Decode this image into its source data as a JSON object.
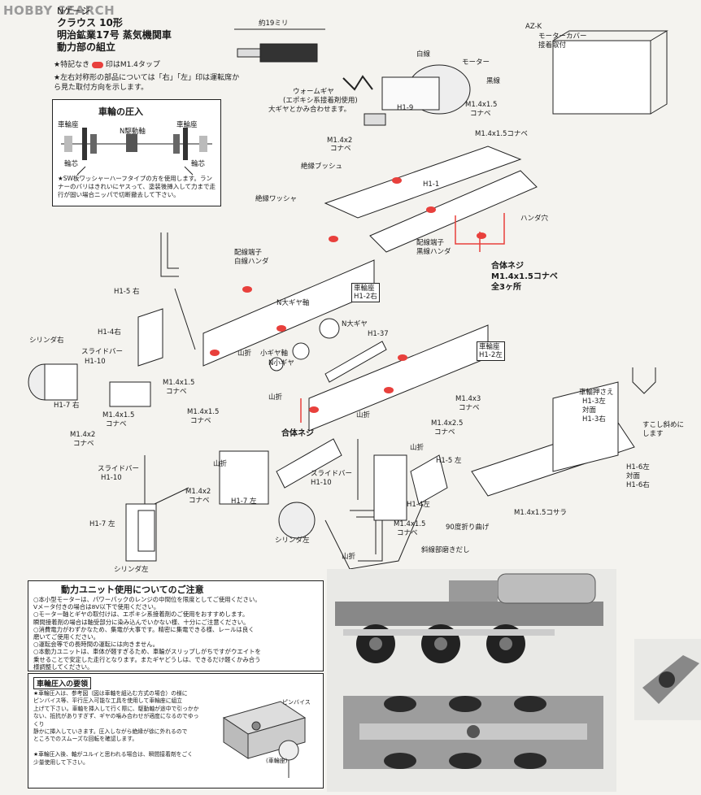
{
  "watermark": "HOBBY SEARCH",
  "header": {
    "line1": "Nゲージ",
    "line2": "クラウス 10形",
    "line3": "明治鉱業17号 蒸気機関車",
    "line4": "動力部の組立"
  },
  "notes": {
    "note1_a": "★特記なき",
    "note1_b": "印はM1.4タップ",
    "note2": "★左右対称形の部品については「右」「左」印は運転席から見た取付方向を示します。"
  },
  "wheel_press_box": {
    "title": "車輪の圧入",
    "labels": {
      "wheel_seat_l": "車輪座",
      "wheel_seat_r": "車輪座",
      "n_drive_axle": "N駆動軸",
      "axle_l": "輪芯",
      "axle_r": "輪芯"
    },
    "note": "★SW板ワッシャーハーフタイプの方を使用します。ランナーのバリはきれいにヤスって、塗装後挿入して力まで走行が固い場合ニッパで切断撤去して下さい。"
  },
  "diagram_labels": {
    "len_19mm": "約19ミリ",
    "azk": "AZ-K",
    "motor_cover": "モーターカバー",
    "glue_attach": "接着取付",
    "white_wire": "白線",
    "motor": "モーター",
    "black_wire": "黒線",
    "worm_gear": "ウォームギヤ",
    "worm_gear_note": "(エポキシ系接着剤使用)",
    "worm_gear_note2": "大ギヤとかみ合わせます。",
    "h1_9": "H1-9",
    "m14_15_konabe_a": "M1.4x1.5",
    "konabe_a": "コナベ",
    "m14_15_konabe_b": "M1.4x1.5コナベ",
    "m14_2_konabe": "M1.4x2",
    "konabe_b": "コナベ",
    "insulating_bush": "絶縁ブッシュ",
    "h1_1": "H1-1",
    "insulating_washer": "絶縁ワッシャ",
    "solder_hole": "ハンダ穴",
    "wire_term_white": "配線端子",
    "white_solder": "白線ハンダ",
    "wire_term_black": "配線端子",
    "black_solder": "黒線ハンダ",
    "combined_screw": "合体ネジ",
    "combined_screw_spec": "M1.4x1.5コナベ",
    "combined_screw_count": "全3ヶ所",
    "wheel_seat_h12r": "車輪座",
    "h12r": "H1-2右",
    "wheel_seat_h12l": "車輪座",
    "h12l": "H1-2左",
    "n_big_gear_axle": "N大ギヤ軸",
    "n_big_gear": "N大ギヤ",
    "h1_37": "H1-37",
    "small_gear_axle": "小ギヤ軸",
    "n_small_gear": "N小ギヤ",
    "h1_5r": "H1-5 右",
    "h1_4r": "H1-4右",
    "cylinder_r": "シリンダ右",
    "slide_bar": "スライドバー",
    "h1_10": "H1-10",
    "h1_7r": "H1-7 右",
    "m14_15_c": "M1.4x1.5",
    "konabe_c": "コナベ",
    "m14_15_d": "M1.4x1.5",
    "konabe_d": "コナベ",
    "m14_2_e": "M1.4x2",
    "konabe_e": "コナベ",
    "yamaori_a": "山折",
    "yamaori_b": "山折",
    "yamaori_c": "山折",
    "yamaori_d": "山折",
    "yamaori_e": "山折",
    "yamaori_f": "山折",
    "combined_screw_b": "合体ネジ",
    "m14_3_konabe": "M1.4x3",
    "konabe_f": "コナベ",
    "m14_25_konabe": "M1.4x2.5",
    "konabe_g": "コナベ",
    "m14_15_e": "M1.4x1.5",
    "konabe_h": "コナベ",
    "m14_2_f": "M1.4x2",
    "konabe_i": "コナベ",
    "h1_7l": "H1-7 左",
    "slide_bar_l": "スライドバー",
    "h1_10_l": "H1-10",
    "cylinder_l": "シリンダ左",
    "h1_5l": "H1-5 左",
    "h1_4l": "H1-4左",
    "m14_15_f": "M1.4x1.5",
    "konabe_j": "コナベ",
    "bend_90": "90度折り曲げ",
    "bevel_polish": "斜線部磨きだし",
    "wheel_press_cap": "車輪押さえ",
    "h1_3l": "H1-3左",
    "opposite_a": "対面",
    "h1_3r": "H1-3右",
    "slight_bevel": "すこし斜めに",
    "slight_bevel2": "します",
    "h1_6l": "H1-6左",
    "opposite_b": "対面",
    "h1_6r": "H1-6右",
    "m14_15_kosara": "M1.4x1.5コサラ",
    "slide_bar_b": "スライドバー",
    "h1_10_b": "H1-10",
    "h1_7l_b": "H1-7 左",
    "cylinder_l_b": "シリンダ左"
  },
  "caution_box": {
    "title": "動力ユニット使用についてのご注意",
    "lines": [
      "○本小型モーターは、パワーパックのレンジの中間位を限度としてご使用ください。",
      "Vメータ付きの場合は8V以下で使用ください。",
      "○モーター軸とギヤの取付けは、エポキシ系接着剤のご使用をおすすめします。",
      "瞬間接着剤の場合は軸受部分に染み込んでいかない様、十分にご注意ください。",
      "○消費電力がわずかなため、集電が大事です。精密に集電できる様、レールは良く",
      "磨いてご使用ください。",
      "○運転会等での長時間の運転には向きません。",
      "○本動力ユニットは、車体が軽すぎるため、車輪がスリップしがちですがウエイトを",
      "乗せることで安定した走行となります。またギヤどうしは、できるだけ軽くかみ合う",
      "様調整してください。"
    ]
  },
  "wheel_press_guide": {
    "title": "車輪圧入の要領",
    "lines": [
      "★車輪圧入は、参考図（図は車軸を組込む方式の場合）の様に",
      "ピンバイス等、平行圧入可能な工具を使用して車輪座に組立",
      "上げて下さい。車軸を挿入して行く際に、駆動軸が途中で引っかか",
      "ない、抵抗がありすぎず、ギヤの噛み合わせが適度になるのでゆっくり",
      "静かに挿入していきます。圧入しながら絶縁が徐に外れるので",
      "ところでのスムーズな回転を確認します。",
      "",
      "★車輪圧入後、軸がユルイと思われる場合は、瞬間接着剤をごく",
      "少量使用して下さい。"
    ],
    "fig_pinvise": "ピンバイス",
    "fig_wheelseat": "(車輪座)"
  }
}
